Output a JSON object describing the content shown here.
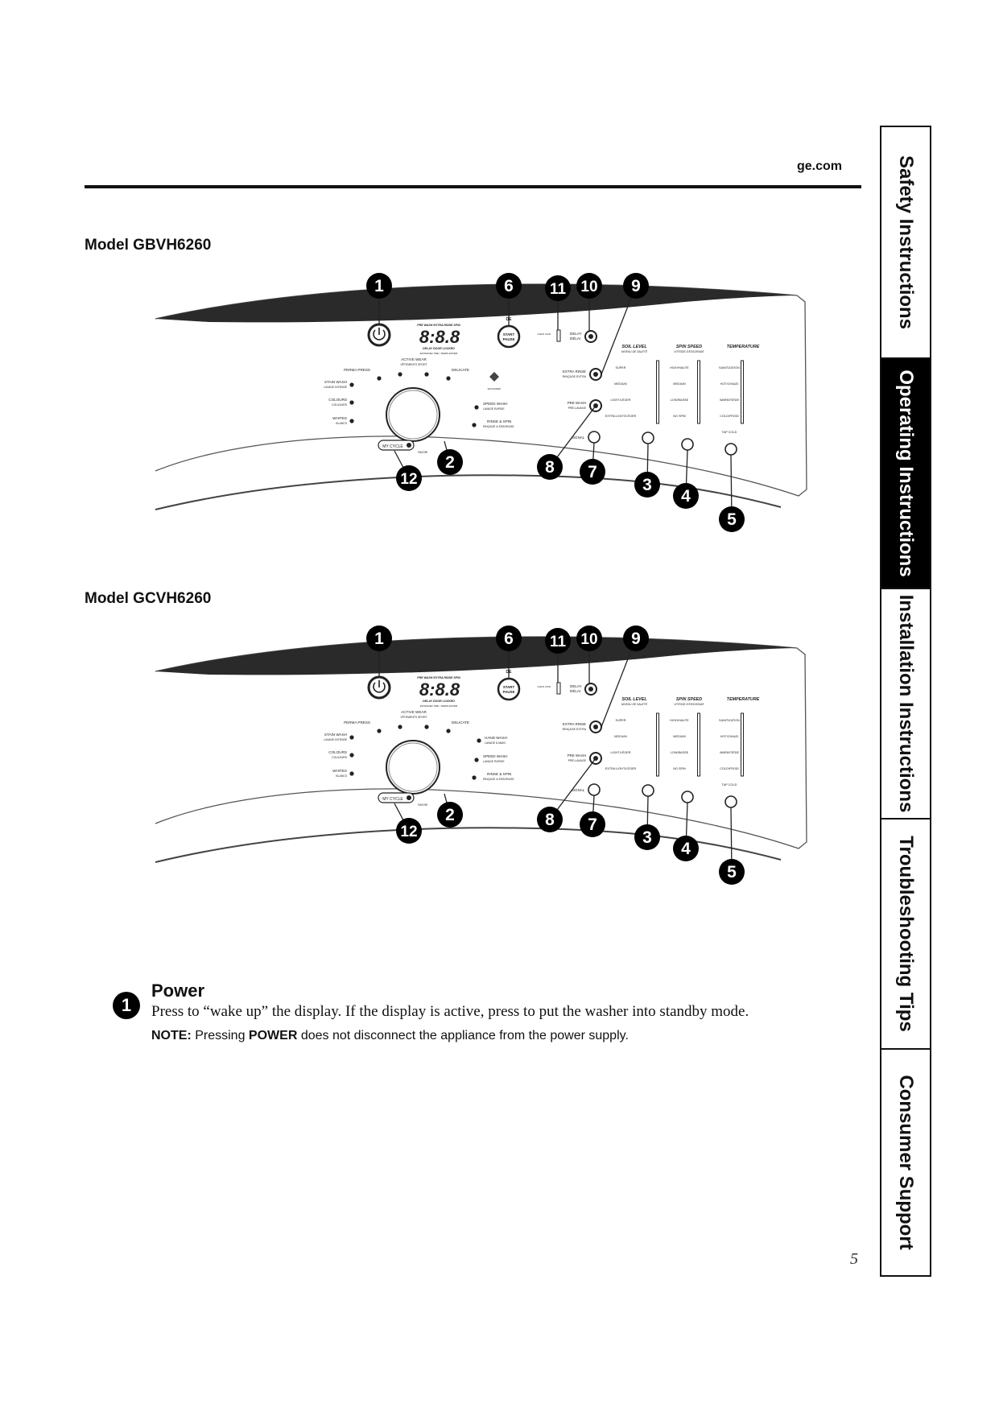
{
  "header": {
    "site": "ge.com"
  },
  "models": [
    {
      "title": "Model GBVH6260",
      "variant": "wool"
    },
    {
      "title": "Model GCVH6260",
      "variant": "handwash"
    }
  ],
  "panel": {
    "callouts": [
      "1",
      "2",
      "3",
      "4",
      "5",
      "6",
      "7",
      "8",
      "9",
      "10",
      "11",
      "12"
    ],
    "display": {
      "top_line": "PRE WASH EXTRA RINSE SPIN",
      "digits": "8:8.8",
      "bottom_line": "DELAY DOOR LOCKED",
      "small": "ESTIMATED TIME / TEMPS ESTIMÉ"
    },
    "delay_start": "DELAY\nDÉLAI",
    "start": "START\nPAUSE",
    "lock": "CHILD LOCK",
    "cycles": {
      "perma_press": "PERMA PRESS",
      "active_wear": "ACTIVE WEAR",
      "active_wear_fr": "VÊTEMENTS SPORT",
      "delicate": "DELICATE",
      "stain_wash": "STAIN WASH",
      "stain_wash_fr": "LAVAGE INTENSE",
      "colours": "COLOURS",
      "colours_fr": "COULEURS",
      "whites": "WHITES",
      "whites_fr": "BLANCS",
      "my_cycle": "MY CYCLE",
      "favori": "FAVORI",
      "wool": "WOOLMARK",
      "hand_wash": "HAND WASH",
      "hand_wash_fr": "LAVAGE À MAIN",
      "speed_wash": "SPEED WASH",
      "speed_wash_fr": "LAVAGE RAPIDE",
      "rinse_spin": "RINSE & SPIN",
      "rinse_spin_fr": "RINÇAGE & ESSORAGE"
    },
    "options": {
      "extra_rinse": "EXTRA RINSE",
      "extra_rinse_fr": "RINÇAGE EXTRA",
      "pre_wash": "PRE WASH",
      "pre_wash_fr": "PRÉ-LAVAGE",
      "signal": "SIGNAL"
    },
    "soil_level": {
      "title": "SOIL LEVEL",
      "title_fr": "NIVEAU DE SALETÉ",
      "items": [
        "SUPER",
        "MEDIUM",
        "LIGHT/LÉGER",
        "EXTRA LIGHT/LÉGER"
      ]
    },
    "spin_speed": {
      "title": "SPIN SPEED",
      "title_fr": "VITESSE D'ESSORAGE",
      "items": [
        "HIGH/HAUTE",
        "MEDIUM",
        "LOW/BASSE",
        "NO SPIN"
      ]
    },
    "temperature": {
      "title": "TEMPERATURE",
      "items": [
        "SANITIZATION",
        "HOT/CHAUD",
        "WARM/TIÈDE",
        "COLD/FROID",
        "TAP COLD"
      ]
    }
  },
  "power": {
    "badge": "1",
    "heading": "Power",
    "description": "Press to “wake up” the display. If the display is active, press to put the washer into standby mode.",
    "note_label": "NOTE:",
    "note_pre": " Pressing ",
    "note_key": "POWER",
    "note_post": " does not disconnect the appliance from the power supply."
  },
  "page_number": "5",
  "sidebar_tabs": [
    {
      "label": "Safety Instructions",
      "active": false
    },
    {
      "label": "Operating Instructions",
      "active": true
    },
    {
      "label": "Installation Instructions",
      "active": false
    },
    {
      "label": "Troubleshooting Tips",
      "active": false
    },
    {
      "label": "Consumer Support",
      "active": false
    }
  ],
  "colors": {
    "ink": "#111111",
    "panel_dark": "#2a2a2a",
    "panel_line": "#444444",
    "active_tab": "#000000"
  }
}
